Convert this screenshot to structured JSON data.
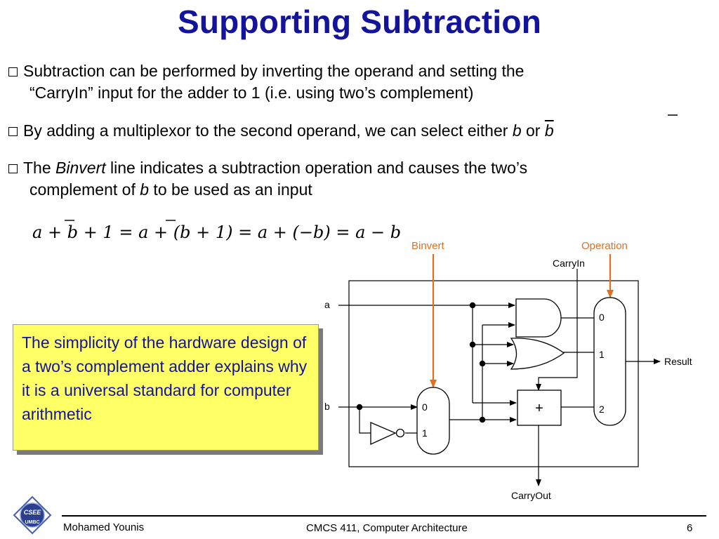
{
  "slide": {
    "title": "Supporting Subtraction",
    "bullets": {
      "b1_l1": "Subtraction can be performed by inverting the operand and setting the",
      "b1_l2": "“CarryIn” input for the adder to 1 (i.e. using two’s complement)",
      "b2_text": "By adding a multiplexor to the second operand, we can select either ",
      "b2_var1": "b",
      "b2_or": " or ",
      "b2_var2": "b",
      "b3_pre": "The ",
      "b3_ital": "Binvert",
      "b3_post": " line indicates a subtraction operation and causes the two’s",
      "b3_l2_pre": "complement of ",
      "b3_l2_var": "b",
      "b3_l2_post": " to be used as an input"
    },
    "equation": {
      "p1": "a + ",
      "p2": "b",
      "p3": " + 1 = a + (",
      "p4": "b",
      "p5": " + 1) = a + (−b) = a − b"
    },
    "callout": "The simplicity of the hardware design of a two’s complement adder explains why it is a universal standard for computer arithmetic"
  },
  "diagram": {
    "labels": {
      "binvert": "Binvert",
      "operation": "Operation",
      "carryin": "CarryIn",
      "a": "a",
      "b": "b",
      "result": "Result",
      "carryout": "CarryOut",
      "mux_in0": "0",
      "mux_in1": "1",
      "out_mux0": "0",
      "out_mux1": "1",
      "out_mux2": "2",
      "adder": "+"
    },
    "colors": {
      "control": "#e07020"
    }
  },
  "footer": {
    "author": "Mohamed Younis",
    "course": "CMCS 411, Computer Architecture",
    "page": "6"
  },
  "logo": {
    "icon": "cse-umbc-logo",
    "text_top": "CSEE",
    "text_bottom": "UMBC"
  }
}
